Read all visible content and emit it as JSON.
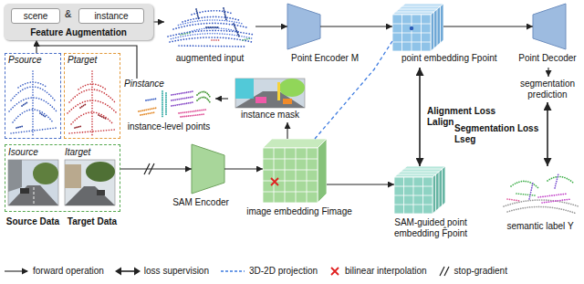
{
  "diagram": {
    "nodes": [
      {
        "text": [
          "&",
          "Feature Augmentation"
        ]
      },
      {
        "text": [
          "scene"
        ],
        "in": 0
      },
      {
        "text": [
          "instance"
        ],
        "in": 0
      },
      {
        "text": [
          "augmented input"
        ]
      },
      {
        "text": [
          "Point Encoder M"
        ]
      },
      {
        "text": [
          "point embedding Fpoint"
        ]
      },
      {
        "text": [
          "Point Decoder"
        ]
      },
      {
        "text": [
          "segmentation prediction"
        ]
      },
      {
        "text": [
          "Psource"
        ]
      },
      {
        "text": [
          "Ptarget"
        ]
      },
      {
        "text": [
          "Pinstance",
          "instance-level points"
        ]
      },
      {
        "text": [
          "instance mask"
        ]
      },
      {
        "text": [
          "Source Data",
          "Target Data"
        ]
      },
      {
        "text": [
          "Isource"
        ],
        "in": 12
      },
      {
        "text": [
          "Itarget"
        ],
        "in": 12
      },
      {
        "text": [
          "SAM Encoder"
        ]
      },
      {
        "text": [
          "image embedding Fimage"
        ]
      },
      {
        "text": [
          "SAM-guided point embedding F̂point"
        ]
      },
      {
        "text": [
          "semantic label Y"
        ]
      }
    ],
    "edges": [
      {
        "from": 8,
        "to": 0,
        "arrow": "to"
      },
      {
        "from": 10,
        "to": 0,
        "arrow": "to"
      },
      {
        "from": 0,
        "to": 3,
        "arrow": "to"
      },
      {
        "from": 3,
        "to": 4,
        "arrow": "to"
      },
      {
        "from": 4,
        "to": 5,
        "arrow": "to"
      },
      {
        "from": 5,
        "to": 6,
        "arrow": "to"
      },
      {
        "from": 6,
        "to": 7,
        "arrow": "to"
      },
      {
        "from": 5,
        "to": 17,
        "label": "Alignment Loss Lalign",
        "arrow": "both"
      },
      {
        "from": 7,
        "to": 18,
        "label": "Segmentation Loss Lseg",
        "arrow": "both"
      },
      {
        "from": 12,
        "to": 15,
        "arrow": "to"
      },
      {
        "from": 15,
        "to": 16,
        "arrow": "to"
      },
      {
        "from": 16,
        "to": 17,
        "arrow": "to"
      },
      {
        "from": 16,
        "to": 11,
        "arrow": "to"
      },
      {
        "from": 11,
        "to": 10,
        "arrow": "to"
      },
      {
        "from": 5,
        "to": 16,
        "arrow": "none"
      }
    ],
    "legend": [
      {
        "text": "forward operation"
      },
      {
        "text": "loss supervision"
      },
      {
        "text": "3D-2D projection"
      },
      {
        "text": "bilinear interpolation"
      },
      {
        "text": "stop-gradient"
      }
    ]
  }
}
